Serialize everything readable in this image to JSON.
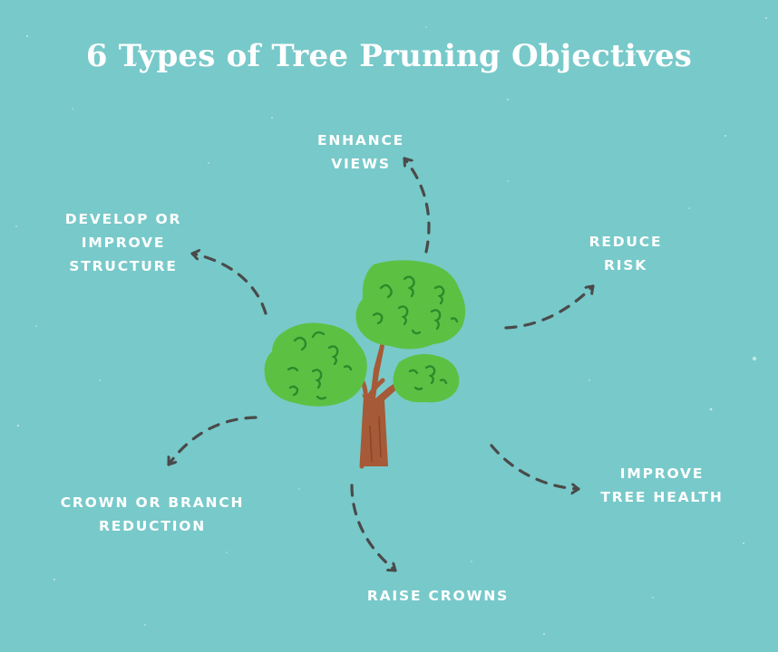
{
  "title": "6 Types of Tree Pruning Objectives",
  "objectives": [
    {
      "lines": [
        "ENHANCE",
        "VIEWS"
      ]
    },
    {
      "lines": [
        "DEVELOP OR",
        "IMPROVE",
        "STRUCTURE"
      ]
    },
    {
      "lines": [
        "REDUCE",
        "RISK"
      ]
    },
    {
      "lines": [
        "IMPROVE",
        "TREE HEALTH"
      ]
    },
    {
      "lines": [
        "CROWN OR BRANCH",
        "REDUCTION"
      ]
    },
    {
      "lines": [
        "RAISE CROWNS"
      ]
    }
  ],
  "colors": {
    "background": "#78c9ca",
    "text": "#ffffff",
    "arrow": "#4a4a4a",
    "foliage": "#5cc143",
    "foliage_dark": "#2d8a2a",
    "trunk": "#a65a37"
  },
  "center_icon": "tree-icon"
}
